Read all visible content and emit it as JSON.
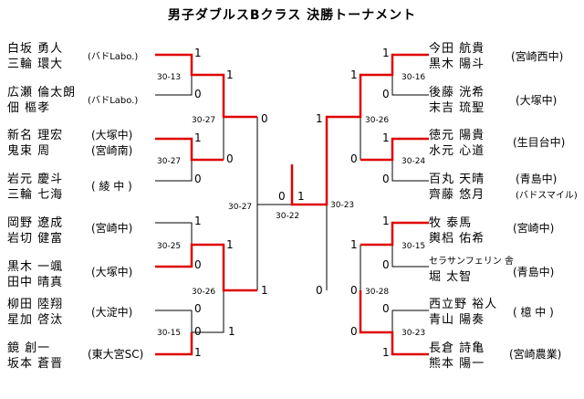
{
  "title": "男子ダブルスBクラス 決勝トーナメント",
  "left_pairs": [
    {
      "p1": "白坂 勇人",
      "p2": "三輪 環大",
      "team": "(バドLabo.)",
      "small": true
    },
    {
      "p1": "広瀬 倫太朗",
      "p2": "佃 樞孝",
      "team": "(バドLabo.)",
      "small": true
    },
    {
      "p1": "新名 理宏",
      "p2": "鬼束 周",
      "team": "(大塚中)",
      "small": false
    },
    {
      "p1": "",
      "p2": "",
      "team": "(宮崎南)",
      "small": false
    },
    {
      "p1": "岩元 慶斗",
      "p2": "三輪 七海",
      "team": "( 綾 中 )",
      "small": false
    },
    {
      "p1": "岡野 遼成",
      "p2": "岩切 健富",
      "team": "(宮崎中)",
      "small": false
    },
    {
      "p1": "黒木 一颯",
      "p2": "田中 晴真",
      "team": "(大塚中)",
      "small": false
    },
    {
      "p1": "柳田 陸翔",
      "p2": "星加 啓汰",
      "team": "(大淀中)",
      "small": false
    },
    {
      "p1": "鏡 創一",
      "p2": "坂本 蒼晋",
      "team": "(東大宮SC)",
      "small": false
    }
  ],
  "right_pairs": [
    {
      "p1": "今田 航貴",
      "p2": "黒木 陽斗",
      "team": "(宮崎西中)",
      "small": false
    },
    {
      "p1": "後藤 洸希",
      "p2": "末吉 琉聖",
      "team": "(大塚中)",
      "small": false
    },
    {
      "p1": "徳元 陽貴",
      "p2": "水元 心道",
      "team": "(生目台中)",
      "small": false
    },
    {
      "p1": "百丸 天晴",
      "p2": "齊藤 悠月",
      "team": "(青島中)",
      "small": false
    },
    {
      "p1": "",
      "p2": "",
      "team": "(バドスマイル)",
      "small": true
    },
    {
      "p1": "牧 泰馬",
      "p2": "輿梠 佑希",
      "team": "(宮崎中)",
      "small": false
    },
    {
      "p1": "セラサンフェリン 舎",
      "p2": "堀 太智",
      "team": "(青島中)",
      "small": false
    },
    {
      "p1": "西立野 裕人",
      "p2": "青山 陽奏",
      "team": "( 檍 中 )",
      "small": false
    },
    {
      "p1": "長倉 詩亀",
      "p2": "熊本 陽一",
      "team": "(宮崎農業)",
      "small": false
    }
  ],
  "marks": [
    "1",
    "0",
    "1",
    "0",
    "1",
    "0",
    "1",
    "0",
    "1",
    "0",
    "0",
    "1",
    "1",
    "0",
    "1",
    "0",
    "1",
    "0",
    "1",
    "0",
    "0",
    "1",
    "1",
    "0",
    "0",
    "1",
    "1",
    "0",
    "0",
    "1",
    "0",
    "1"
  ],
  "scores": [
    "30-13",
    "30-27",
    "30-27",
    "30-27",
    "30-25",
    "30-15",
    "30-26",
    "30-22",
    "30-16",
    "30-24",
    "30-26",
    "30-23",
    "30-15",
    "30-28",
    "30-23"
  ]
}
